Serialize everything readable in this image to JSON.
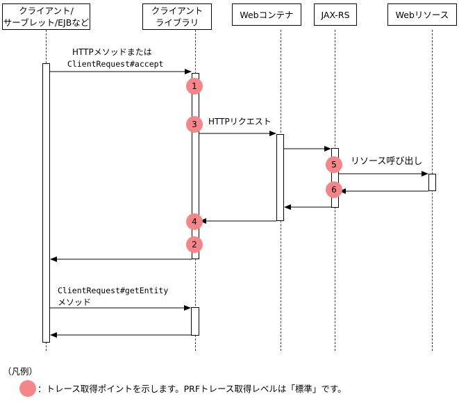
{
  "participants": [
    {
      "id": "client",
      "line1": "クライアント/",
      "line2": "サーブレット/EJBなど"
    },
    {
      "id": "lib",
      "line1": "クライアント",
      "line2": "ライブラリ"
    },
    {
      "id": "web",
      "line1": "Webコンテナ",
      "line2": ""
    },
    {
      "id": "jaxrs",
      "line1": "JAX-RS",
      "line2": ""
    },
    {
      "id": "res",
      "line1": "Webリソース",
      "line2": ""
    }
  ],
  "messages": {
    "m1_line1": "HTTPメソッドまたは",
    "m1_line2": "ClientRequest#accept",
    "m2": "HTTPリクエスト",
    "m3": "リソース呼び出し",
    "m4_line1": "ClientRequest#getEntity",
    "m4_line2": "メソッド"
  },
  "trace_points": [
    "1",
    "3",
    "5",
    "6",
    "4",
    "2"
  ],
  "legend": {
    "title": "（凡例）",
    "text": "：トレース取得ポイントを示します。PRFトレース取得レベルは「標準」です。"
  },
  "colors": {
    "trace_point": "#f4868a",
    "line": "#000000"
  }
}
